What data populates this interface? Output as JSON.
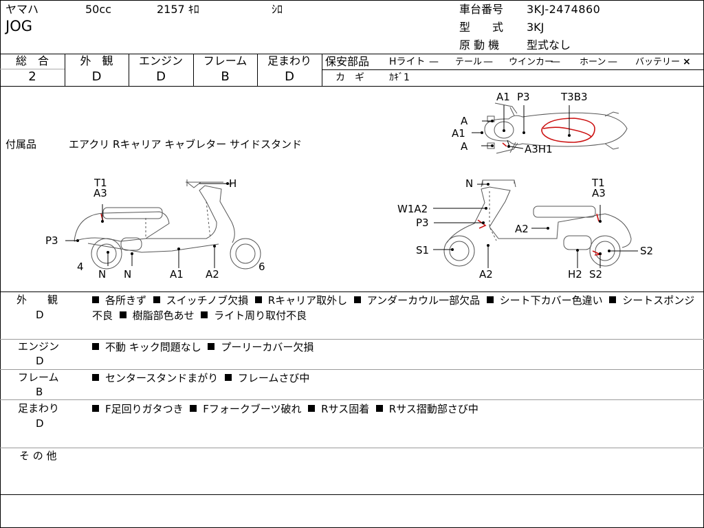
{
  "header": {
    "maker": "ヤマハ",
    "displacement": "50cc",
    "mileage": "2157 ｷﾛ",
    "color": "ｼﾛ",
    "model": "JOG",
    "frame_no_label": "車台番号",
    "frame_no": "3KJ-2474860",
    "type_label": "型　　式",
    "type_value": "3KJ",
    "engine_label": "原 動 機",
    "engine_value": "型式なし"
  },
  "grades": {
    "headers": [
      "総　合",
      "外　観",
      "エンジン",
      "フレーム",
      "足まわり"
    ],
    "values": [
      "2",
      "D",
      "D",
      "B",
      "D"
    ]
  },
  "safety": {
    "label": "保安部品",
    "items": [
      {
        "name": "Hライト",
        "status": "—"
      },
      {
        "name": "テール",
        "status": "—"
      },
      {
        "name": "ウインカー",
        "status": "—"
      },
      {
        "name": "ホーン",
        "status": "—"
      },
      {
        "name": "バッテリー",
        "status": "×"
      }
    ],
    "key_label": "カ　ギ",
    "key_value": "ｶｷﾞ1"
  },
  "accessories": {
    "label": "付属品",
    "items": "エアクリ Rキャリア キャブレター サイドスタンド"
  },
  "diagram_labels": {
    "top": [
      "A1",
      "P3",
      "T3B3",
      "A",
      "A1",
      "A",
      "A3H1"
    ],
    "left": [
      "T1",
      "A3",
      "H",
      "P3",
      "4",
      "N",
      "N",
      "A1",
      "A2",
      "6"
    ],
    "right": [
      "N",
      "T1",
      "A3",
      "W1A2",
      "P3",
      "A2",
      "S1",
      "S2",
      "A2",
      "H2",
      "S2"
    ]
  },
  "remarks": {
    "exterior": {
      "label": "外　　観",
      "grade": "D",
      "items": [
        "各所きず",
        "スイッチノブ欠損",
        "Rキャリア取外し",
        "アンダーカウル一部欠品",
        "シート下カバー色違い",
        "シートスポンジ不良",
        "樹脂部色あせ",
        "ライト周り取付不良"
      ]
    },
    "engine": {
      "label": "エンジン",
      "grade": "D",
      "items": [
        "不動 キック問題なし",
        "プーリーカバー欠損"
      ]
    },
    "frame": {
      "label": "フレーム",
      "grade": "B",
      "items": [
        "センタースタンドまがり",
        "フレームさび中"
      ]
    },
    "suspension": {
      "label": "足まわり",
      "grade": "D",
      "items": [
        "F足回りガタつき",
        "Fフォークブーツ破れ",
        "Rサス固着",
        "Rサス摺動部さび中"
      ]
    },
    "other": {
      "label": "そ の 他"
    }
  },
  "colors": {
    "line": "#000000",
    "sketch": "#555555",
    "damage": "#cc1111"
  }
}
